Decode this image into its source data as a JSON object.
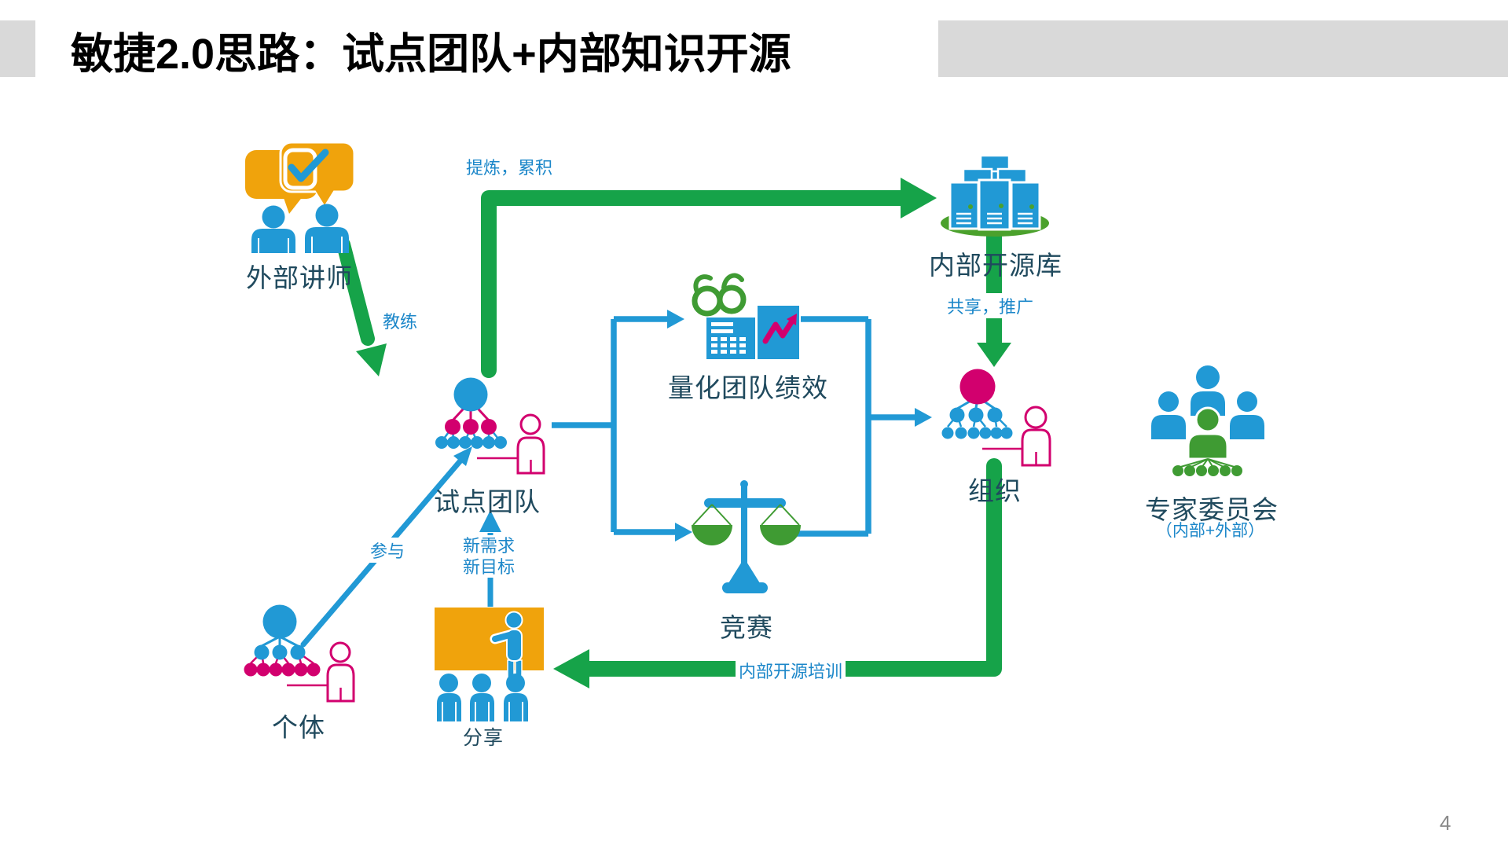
{
  "slide": {
    "title": "敏捷2.0思路：试点团队+内部知识开源",
    "page_number": "4"
  },
  "nodes": {
    "external_lecturer": {
      "label": "外部讲师"
    },
    "pilot_team": {
      "label": "试点团队"
    },
    "internal_oss_repo": {
      "label": "内部开源库"
    },
    "quantify_performance": {
      "label": "量化团队绩效"
    },
    "competition": {
      "label": "竞赛"
    },
    "organization": {
      "label": "组织"
    },
    "individual": {
      "label": "个体"
    },
    "sharing": {
      "label": "分享"
    },
    "expert_committee": {
      "label": "专家委员会",
      "sublabel": "（内部+外部）"
    }
  },
  "edges": {
    "coach": "教练",
    "refine_accumulate": "提炼，累积",
    "share_promote": "共享，推广",
    "participate": "参与",
    "new_requirements": "新需求",
    "new_goals": "新目标",
    "internal_oss_training": "内部开源培训"
  },
  "colors": {
    "blue": "#2199D5",
    "blue_text": "#1C87C9",
    "magenta": "#D2006E",
    "green_arrow": "#16A349",
    "green_icon": "#3F9B33",
    "orange": "#F0A30C",
    "label_dark": "#204A5E",
    "header_gray": "#D9D9D9"
  }
}
